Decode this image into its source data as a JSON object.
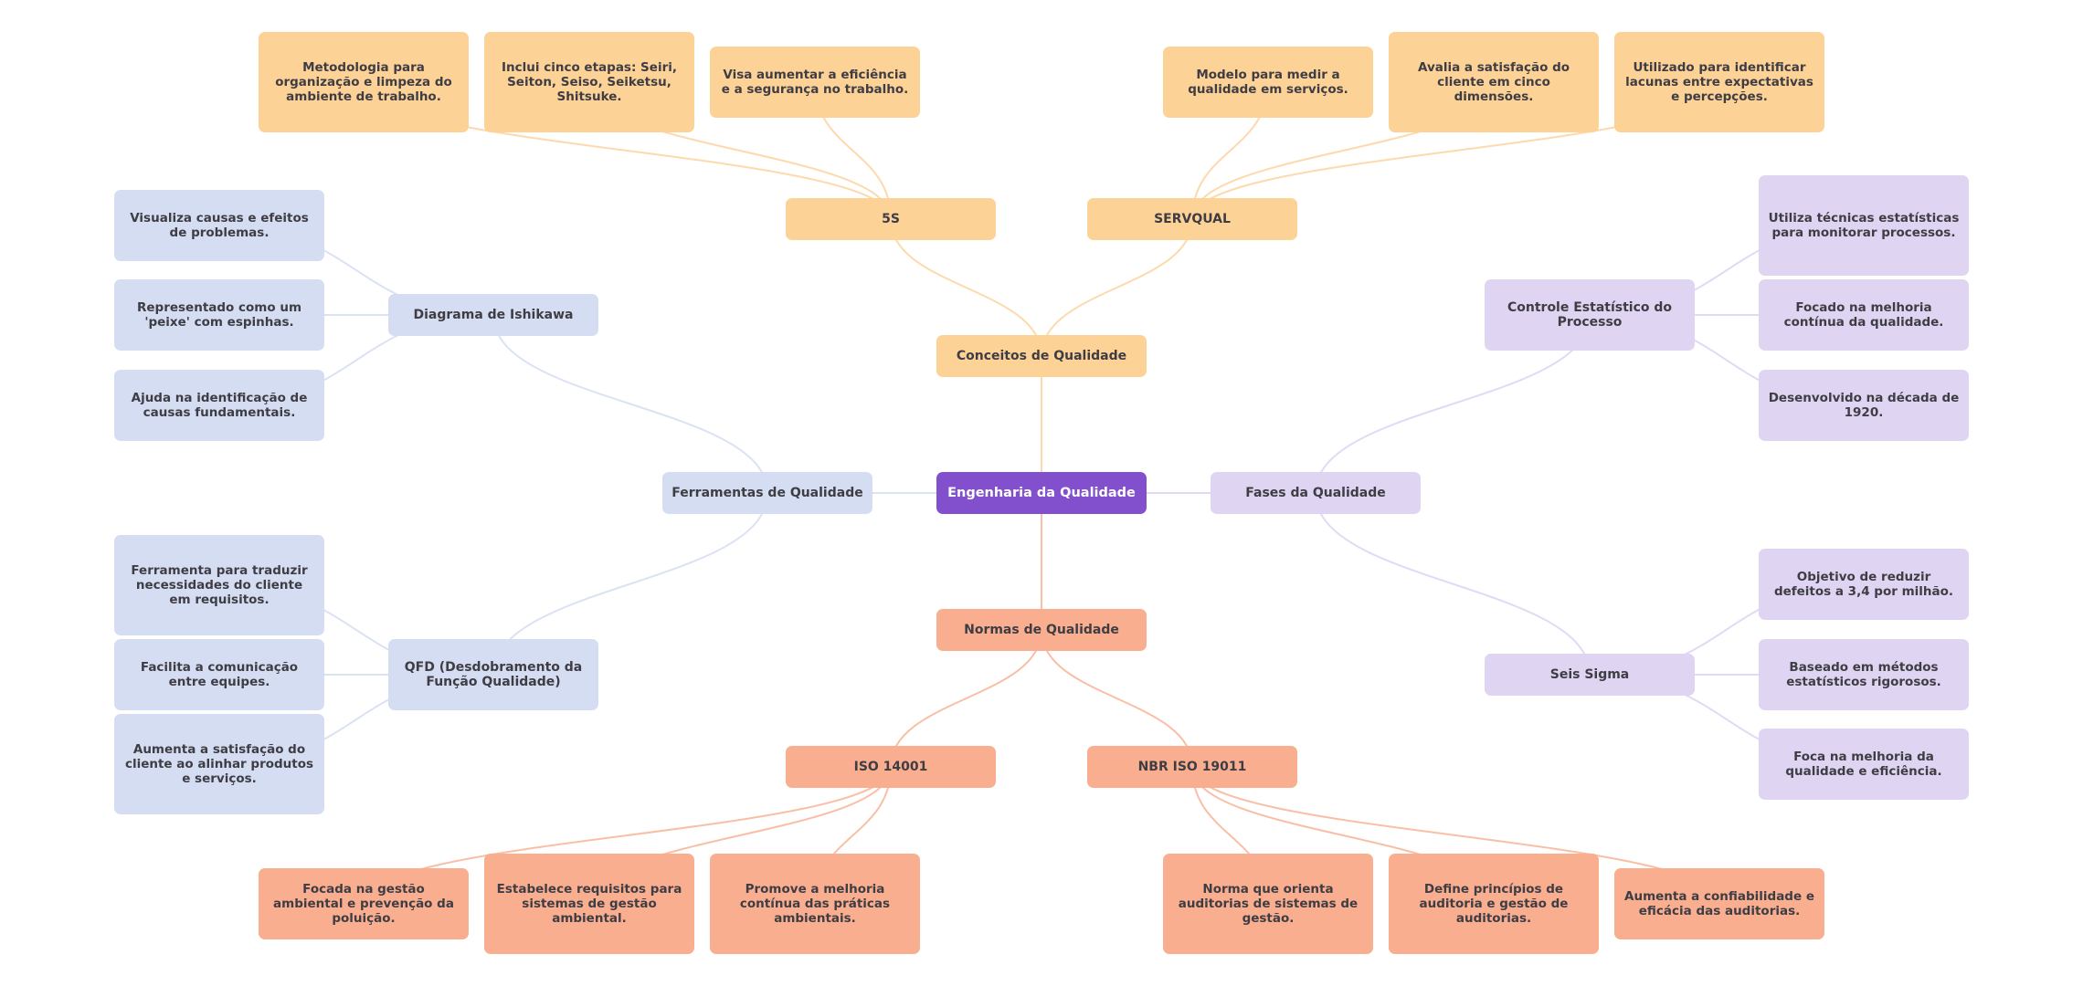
{
  "diagram": {
    "type": "mind-map",
    "root": {
      "id": "root",
      "label": "Engenharia da Qualidade"
    },
    "colors": {
      "root": "#8250cc",
      "conceitos": "#fdd297",
      "normas": "#f9ae90",
      "ferramentas": "#d5ddf2",
      "fases": "#dfd4f1",
      "text_dark": "#3f3d44",
      "text_light": "#ffffff"
    },
    "branches": [
      {
        "id": "conceitos",
        "label": "Conceitos de Qualidade",
        "theme": "orange",
        "children": [
          {
            "id": "5s",
            "label": "5S",
            "children": [
              {
                "id": "5s-1",
                "label": "Metodologia para organização e limpeza do ambiente de trabalho."
              },
              {
                "id": "5s-2",
                "label": "Inclui cinco etapas: Seiri, Seiton, Seiso, Seiketsu, Shitsuke."
              },
              {
                "id": "5s-3",
                "label": "Visa aumentar a eficiência e a segurança no trabalho."
              }
            ]
          },
          {
            "id": "servqual",
            "label": "SERVQUAL",
            "children": [
              {
                "id": "sq-1",
                "label": "Modelo para medir a qualidade em serviços."
              },
              {
                "id": "sq-2",
                "label": "Avalia a satisfação do cliente em cinco dimensões."
              },
              {
                "id": "sq-3",
                "label": "Utilizado para identificar lacunas entre expectativas e percepções."
              }
            ]
          }
        ]
      },
      {
        "id": "ferramentas",
        "label": "Ferramentas de Qualidade",
        "theme": "blue",
        "children": [
          {
            "id": "ishikawa",
            "label": "Diagrama de Ishikawa",
            "children": [
              {
                "id": "ish-1",
                "label": "Visualiza causas e efeitos de problemas."
              },
              {
                "id": "ish-2",
                "label": "Representado como um 'peixe' com espinhas."
              },
              {
                "id": "ish-3",
                "label": "Ajuda na identificação de causas fundamentais."
              }
            ]
          },
          {
            "id": "qfd",
            "label": "QFD (Desdobramento da Função Qualidade)",
            "children": [
              {
                "id": "qfd-1",
                "label": "Ferramenta para traduzir necessidades do cliente em requisitos."
              },
              {
                "id": "qfd-2",
                "label": "Facilita a comunicação entre equipes."
              },
              {
                "id": "qfd-3",
                "label": "Aumenta a satisfação do cliente ao alinhar produtos e serviços."
              }
            ]
          }
        ]
      },
      {
        "id": "fases",
        "label": "Fases da Qualidade",
        "theme": "lavender",
        "children": [
          {
            "id": "cep",
            "label": "Controle Estatístico do Processo",
            "children": [
              {
                "id": "cep-1",
                "label": "Utiliza técnicas estatísticas para monitorar processos."
              },
              {
                "id": "cep-2",
                "label": "Focado na melhoria contínua da qualidade."
              },
              {
                "id": "cep-3",
                "label": "Desenvolvido na década de 1920."
              }
            ]
          },
          {
            "id": "seis",
            "label": "Seis Sigma",
            "children": [
              {
                "id": "ss-1",
                "label": "Objetivo de reduzir defeitos a 3,4 por milhão."
              },
              {
                "id": "ss-2",
                "label": "Baseado em métodos estatísticos rigorosos."
              },
              {
                "id": "ss-3",
                "label": "Foca na melhoria da qualidade e eficiência."
              }
            ]
          }
        ]
      },
      {
        "id": "normas",
        "label": "Normas de Qualidade",
        "theme": "salmon",
        "children": [
          {
            "id": "iso14001",
            "label": "ISO 14001",
            "children": [
              {
                "id": "iso-1",
                "label": "Focada na gestão ambiental e prevenção da poluição."
              },
              {
                "id": "iso-2",
                "label": "Estabelece requisitos para sistemas de gestão ambiental."
              },
              {
                "id": "iso-3",
                "label": "Promove a melhoria contínua das práticas ambientais."
              }
            ]
          },
          {
            "id": "nbr19011",
            "label": "NBR ISO 19011",
            "children": [
              {
                "id": "nbr-1",
                "label": "Norma que orienta auditorias de sistemas de gestão."
              },
              {
                "id": "nbr-2",
                "label": "Define princípios de auditoria e gestão de auditorias."
              },
              {
                "id": "nbr-3",
                "label": "Aumenta a confiabilidade e eficácia das auditorias."
              }
            ]
          }
        ]
      }
    ]
  }
}
